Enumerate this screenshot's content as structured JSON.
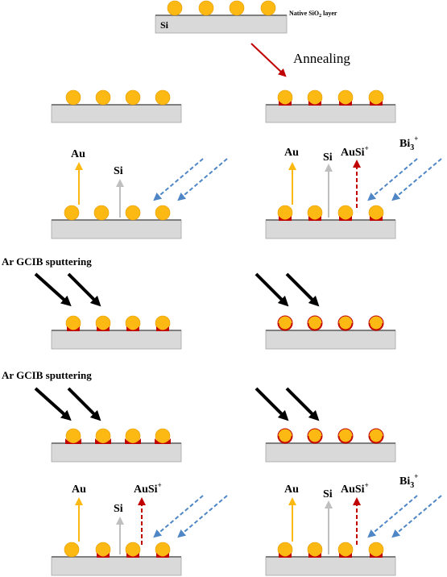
{
  "labels": {
    "si": "Si",
    "native_layer_prefix": "Native SiO",
    "native_layer_sub": "2",
    "native_layer_suffix": " layer",
    "annealing": "Annealing",
    "au": "Au",
    "si_ion": "Si",
    "ausi_ion": "AuSi",
    "ausi_charge": "+",
    "bi_ion": "Bi",
    "bi_sub": "3",
    "bi_charge": "+",
    "sputtering": "Ar GCIB sputtering"
  },
  "colors": {
    "substrate_fill": "#d9d9d9",
    "substrate_stroke": "#a6a6a6",
    "oxide_line": "#7f7f7f",
    "gold": "#fdb913",
    "gold_edge": "#e59a00",
    "interface": "#c00000",
    "au_arrow": "#fdb913",
    "si_arrow": "#bfbfbf",
    "ausi_arrow": "#c00000",
    "bi_arrow": "#4f86c6",
    "gcib_arrow": "#000000",
    "anneal_arrow": "#c00000"
  }
}
